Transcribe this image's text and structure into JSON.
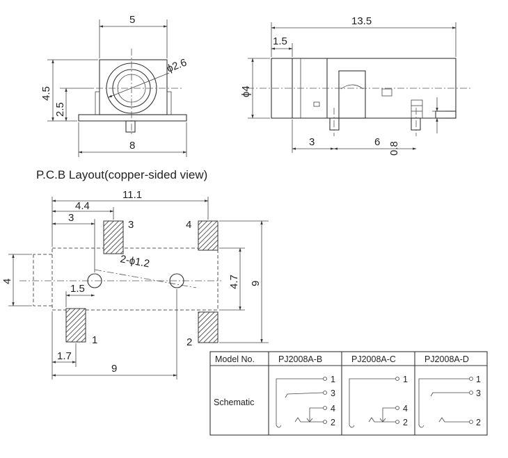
{
  "front_view": {
    "dims": {
      "width": "5",
      "height": "4.5",
      "offset": "2.5",
      "base": "8",
      "hole": "ϕ2.6"
    }
  },
  "side_view": {
    "dims": {
      "length": "13.5",
      "lip": "1.5",
      "dia": "ϕ4",
      "pin_pos": "3",
      "pin_span": "6",
      "pin_w": "0.8"
    }
  },
  "pcb_layout": {
    "title": "P.C.B Layout(copper-sided view)",
    "dims": {
      "overall": "11.1",
      "pad3_pos": "4.4",
      "hole_pos": "3",
      "hole_dia": "2-ϕ1.2",
      "hole_off": "1.5",
      "edge": "1.7",
      "span": "9",
      "height": "9",
      "pad_span": "4.7",
      "body": "4"
    },
    "pads": [
      "3",
      "4",
      "1",
      "2"
    ]
  },
  "table": {
    "header": [
      "Model No.",
      "PJ2008A-B",
      "PJ2008A-C",
      "PJ2008A-D"
    ],
    "row_label": "Schematic",
    "pins_b": [
      "1",
      "3",
      "4",
      "2"
    ],
    "pins_c": [
      "1",
      "4",
      "2"
    ],
    "pins_d": [
      "1",
      "3",
      "2"
    ]
  }
}
